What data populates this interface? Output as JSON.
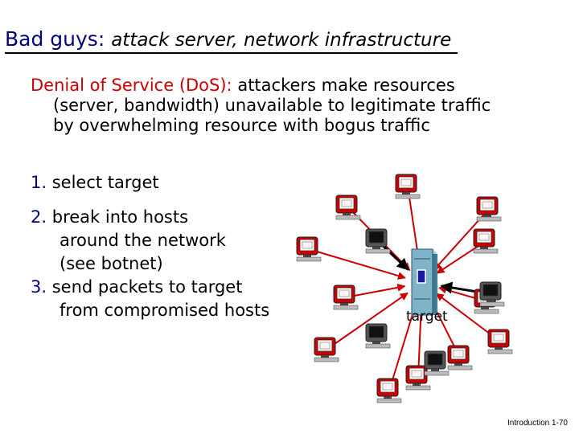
{
  "slide": {
    "title_lead": "Bad guys:",
    "title_rest": "attack server, network infrastructure",
    "definition": {
      "term": "Denial of Service (DoS):",
      "line1": "attackers make resources",
      "line2": "(server, bandwidth) unavailable to legitimate traffic",
      "line3": "by overwhelming resource with bogus traffic"
    },
    "steps": [
      {
        "num": "1.",
        "lines": [
          "select target"
        ]
      },
      {
        "num": "2.",
        "lines": [
          "break into hosts",
          "around the network",
          "(see botnet)"
        ]
      },
      {
        "num": "3.",
        "lines": [
          "send packets to target",
          "from compromised hosts"
        ]
      }
    ],
    "target_label": "target",
    "footer": "Introduction 1-70"
  },
  "colors": {
    "accent_red": "#cc0000",
    "accent_navy": "#000080",
    "server_teal": "#7fb3c8"
  },
  "icons": {
    "attacker": "red-computer-icon",
    "normal_host": "black-computer-icon",
    "server": "server-tower-icon"
  }
}
